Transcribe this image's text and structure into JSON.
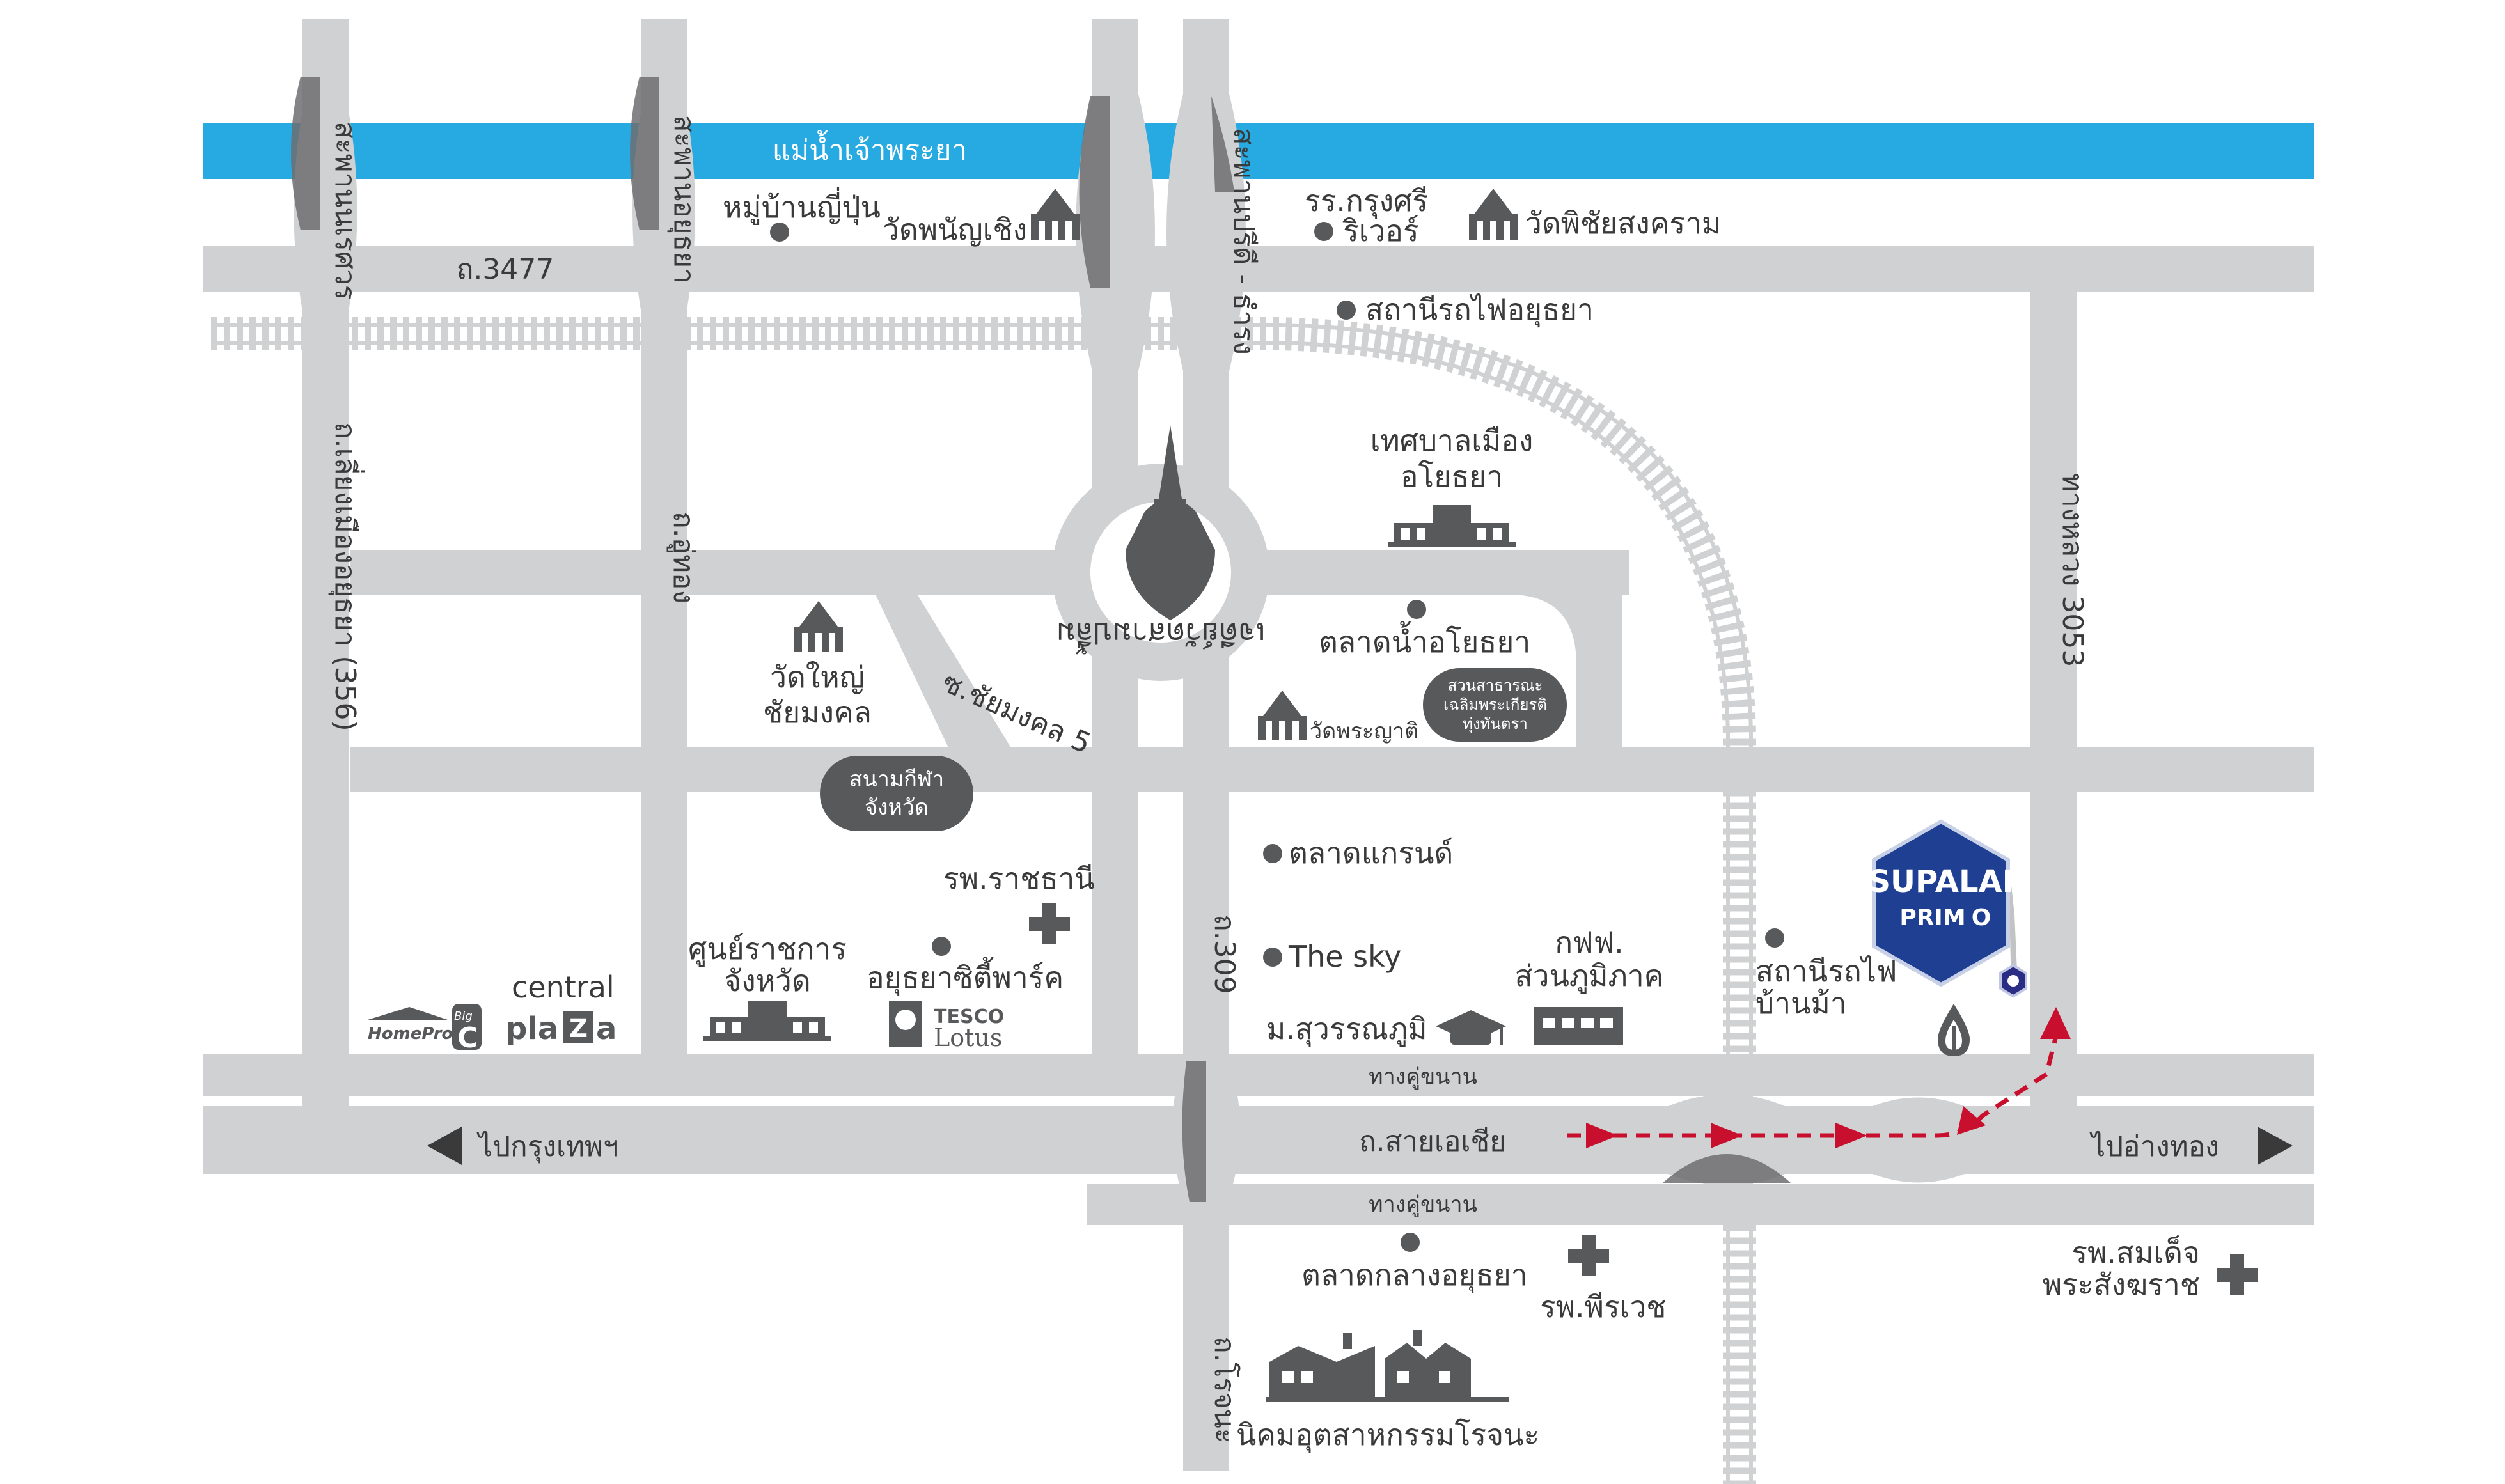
{
  "colors": {
    "road": "#d0d1d3",
    "road_shadow": "#6e6f71",
    "river": "#27a9e1",
    "icon": "#58595b",
    "route": "#c8102e",
    "brand": "#1f3f93"
  },
  "river": {
    "label": "แม่น้ำเจ้าพระยา"
  },
  "roads": {
    "r3477": "ถ.3477",
    "bridge_pridi": "สะพานปรีดี - ธำรง",
    "bridge_ayutthaya": "สะพานอยุธยา",
    "bridge_naresuan": "สะพานนเรศวร",
    "bypass_356": "ถ.เลี่ยงเมืองอยุธยา (356)",
    "r_u_thong": "ถ.อู่ทอง",
    "r_309": "ถ.309",
    "highway_3053": "ทางหลวง 3053",
    "soi_chaimongkhon": "ซ.ชัยมงคล 5",
    "asia_highway": "ถ.สายเอเชีย",
    "frontage_1": "ทางคู่ขนาน",
    "frontage_2": "ทางคู่ขนาน",
    "to_bangkok": "ไปกรุงเทพฯ",
    "to_angthong": "ไปอ่างทอง",
    "rojana_rd": "ถ.โรจนะ"
  },
  "places": {
    "japanese_village": "หมู่บ้านญี่ปุ่น",
    "wat_phanan_choeng": "วัดพนัญเชิง",
    "krungsri_river": [
      "รร.กรุงศรี",
      "ริเวอร์"
    ],
    "wat_phichai": "วัดพิชัยสงคราม",
    "ayutthaya_station": "สถานีรถไฟอยุธยา",
    "municipality": [
      "เทศบาลเมือง",
      "อโยธยา"
    ],
    "chedi": "เจดีย์วัดสามปลื้ม",
    "floating_market": "ตลาดน้ำอโยธยา",
    "public_park": [
      "สวนสาธารณะ",
      "เฉลิมพระเกียรติ",
      "ทุ่งทันตรา"
    ],
    "wat_pradu": "วัดพระญาติ",
    "wat_yai": [
      "วัดใหญ่",
      "ชัยมงคล"
    ],
    "stadium": [
      "สนามกีฬา",
      "จังหวัด"
    ],
    "grand_market": "ตลาดแกรนด์",
    "rajthanee_hospital": "รพ.ราชธานี",
    "ayutthaya_city_park": "อยุธยาซิตี้พาร์ค",
    "the_sky": "The sky",
    "provincial_hall": [
      "ศูนย์ราชการ",
      "จังหวัด"
    ],
    "pea": [
      "กฟฟ.",
      "ส่วนภูมิภาค"
    ],
    "suvarnabhumi_uni": "ม.สุวรรณภูมิ",
    "ban_ma_station": [
      "สถานีรถไฟ",
      "บ้านม้า"
    ],
    "central_market": "ตลาดกลางอยุธยา",
    "pheerawet_hospital": "รพ.พีรเวช",
    "somdet_hospital": [
      "รพ.สมเด็จ",
      "พระสังฆราช"
    ],
    "rojana_estate": "นิคมอุตสาหกรรมโรจนะ"
  },
  "brands": {
    "central_1": "central",
    "central_2": "pla",
    "central_3": "Z",
    "central_4": "a",
    "homepro": "HomePro",
    "bigc_1": "Big",
    "bigc_2": "C",
    "tesco_1": "TESCO",
    "tesco_2": "Lotus"
  },
  "project": {
    "name_1": "SUPALAI",
    "name_2": "PRIM",
    "name_3": "O"
  }
}
